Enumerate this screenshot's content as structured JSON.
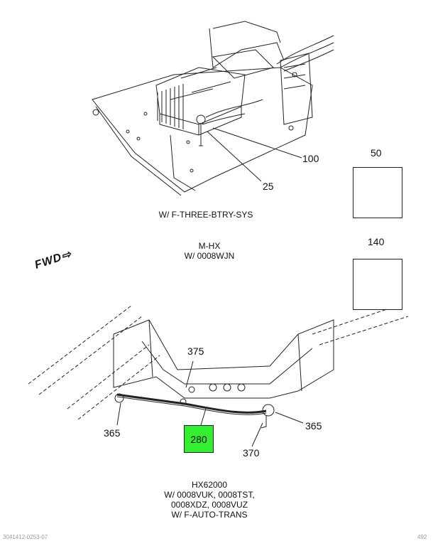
{
  "top_view": {
    "callout_100": "100",
    "callout_25": "25",
    "caption": "W/ F-THREE-BTRY-SYS"
  },
  "side_parts": {
    "part_50": "50",
    "part_140": "140"
  },
  "middle_caption": {
    "line1": "M-HX",
    "line2": "W/ 0008WJN"
  },
  "fwd_marker": "FWD",
  "bottom_view": {
    "callout_375": "375",
    "callout_365_left": "365",
    "callout_280": "280",
    "callout_365_right": "365",
    "callout_370": "370",
    "caption_line1": "HX62000",
    "caption_line2": "W/ 0008VUK, 0008TST,",
    "caption_line3": "0008XDZ, 0008VUZ",
    "caption_line4": "W/ F-AUTO-TRANS"
  },
  "highlight_color": "#33ee33",
  "footer": {
    "left": "3041412-0253-07",
    "right": "492"
  }
}
